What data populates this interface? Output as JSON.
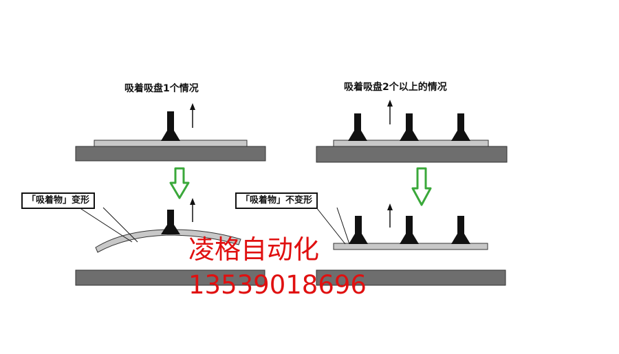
{
  "captions": {
    "single_cup": "吸着吸盘1个情况",
    "multi_cup": "吸着吸盘2个以上的情况"
  },
  "callouts": {
    "deformed": "「吸着物」变形",
    "not_deformed": "「吸着物」不变形"
  },
  "watermark": {
    "company": "凌格自动化",
    "phone": "13539018696"
  },
  "colors": {
    "base_gray": "#6e6e6e",
    "sheet_gray": "#c8c8c8",
    "cup_black": "#111111",
    "arrow_green": "#3aa83a",
    "watermark_red": "#e01010"
  }
}
